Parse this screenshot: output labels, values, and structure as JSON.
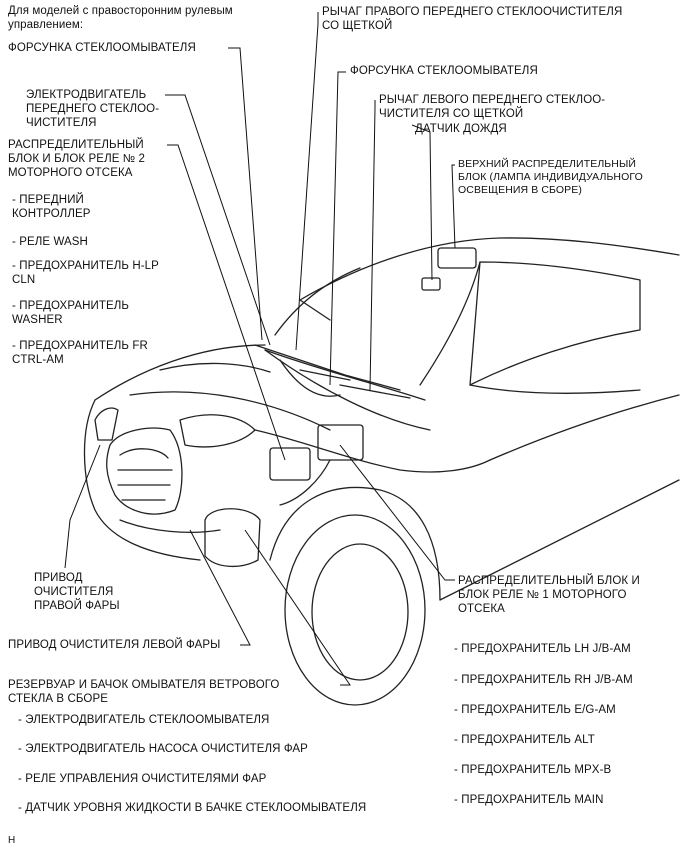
{
  "header": {
    "note": "Для моделей с правосторонним рулевым\nуправлением:"
  },
  "callouts": {
    "washer_nozzle_left": "ФОРСУНКА СТЕКЛООМЫВАТЕЛЯ",
    "front_wiper_motor": "ЭЛЕКТРОДВИГАТЕЛЬ\nПЕРЕДНЕГО СТЕКЛОО-\nЧИСТИТЕЛЯ",
    "relay_block_2": "РАСПРЕДЕЛИТЕЛЬНЫЙ\nБЛОК И БЛОК РЕЛЕ № 2\nМОТОРНОГО ОТСЕКА",
    "rh_wiper_arm": "РЫЧАГ ПРАВОГО ПЕРЕДНЕГО СТЕКЛООЧИСТИТЕЛЯ\nСО ЩЕТКОЙ",
    "washer_nozzle_right": "ФОРСУНКА СТЕКЛООМЫВАТЕЛЯ",
    "lh_wiper_arm": "РЫЧАГ ЛЕВОГО ПЕРЕДНЕГО СТЕКЛОО-\nЧИСТИТЕЛЯ СО ЩЕТКОЙ",
    "rain_sensor": "ДАТЧИК ДОЖДЯ",
    "upper_junction_block": "ВЕРХНИЙ РАСПРЕДЕЛИТЕЛЬНЫЙ\nБЛОК (ЛАМПА ИНДИВИДУАЛЬНОГО\nОСВЕЩЕНИЯ В СБОРЕ)",
    "rh_headlamp_cleaner": "ПРИВОД\nОЧИСТИТЕЛЯ\nПРАВОЙ ФАРЫ",
    "lh_headlamp_cleaner": "ПРИВОД ОЧИСТИТЕЛЯ ЛЕВОЙ ФАРЫ",
    "washer_reservoir": "РЕЗЕРВУАР И БАЧОК ОМЫВАТЕЛЯ ВЕТРОВОГО\nСТЕКЛА В СБОРЕ",
    "relay_block_1": "РАСПРЕДЕЛИТЕЛЬНЫЙ БЛОК И\nБЛОК РЕЛЕ № 1 МОТОРНОГО\nОТСЕКА"
  },
  "relay_block_2_items": [
    "- ПЕРЕДНИЙ\nКОНТРОЛЛЕР",
    "- РЕЛЕ WASH",
    "- ПРЕДОХРАНИТЕЛЬ H-LP\nCLN",
    "- ПРЕДОХРАНИТЕЛЬ\nWASHER",
    "- ПРЕДОХРАНИТЕЛЬ FR\nCTRL-AM"
  ],
  "reservoir_items": [
    "- ЭЛЕКТРОДВИГАТЕЛЬ СТЕКЛООМЫВАТЕЛЯ",
    "-  ЭЛЕКТРОДВИГАТЕЛЬ НАСОСА ОЧИСТИТЕЛЯ ФАР",
    "- РЕЛЕ УПРАВЛЕНИЯ ОЧИСТИТЕЛЯМИ ФАР",
    "- ДАТЧИК УРОВНЯ ЖИДКОСТИ В БАЧКЕ СТЕКЛООМЫВАТЕЛЯ"
  ],
  "relay_block_1_items": [
    "- ПРЕДОХРАНИТЕЛЬ LH J/B-AM",
    "- ПРЕДОХРАНИТЕЛЬ RH J/B-AM",
    "- ПРЕДОХРАНИТЕЛЬ E/G-AM",
    "- ПРЕДОХРАНИТЕЛЬ ALT",
    "- ПРЕДОХРАНИТЕЛЬ MPX-B",
    "- ПРЕДОХРАНИТЕЛЬ MAIN"
  ],
  "footer": {
    "code": "H"
  }
}
